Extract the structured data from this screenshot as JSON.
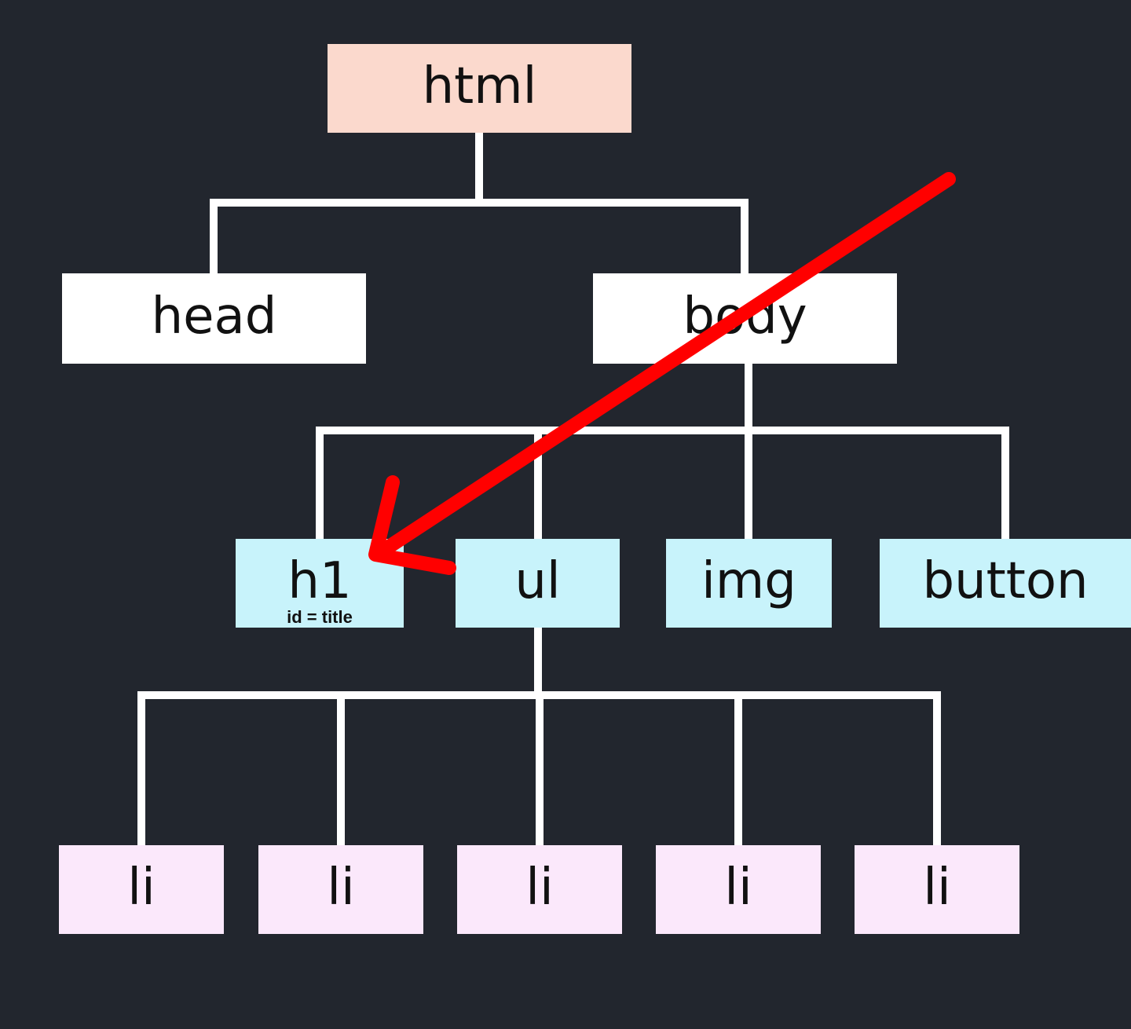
{
  "diagram": {
    "type": "dom-tree",
    "nodes": {
      "html": "html",
      "head": "head",
      "body": "body",
      "h1": "h1",
      "h1_attribute": "id = title",
      "ul": "ul",
      "img": "img",
      "button": "button",
      "li": [
        "li",
        "li",
        "li",
        "li",
        "li"
      ]
    },
    "edges": [
      [
        "html",
        "head"
      ],
      [
        "html",
        "body"
      ],
      [
        "body",
        "h1"
      ],
      [
        "body",
        "ul"
      ],
      [
        "body",
        "img"
      ],
      [
        "body",
        "button"
      ],
      [
        "ul",
        "li"
      ],
      [
        "ul",
        "li"
      ],
      [
        "ul",
        "li"
      ],
      [
        "ul",
        "li"
      ],
      [
        "ul",
        "li"
      ]
    ],
    "highlight": {
      "target": "h1",
      "arrow_color": "#ff0000"
    }
  },
  "colors": {
    "background": "#22262e",
    "connector": "#ffffff",
    "root_fill": "#fbd9cd",
    "level1_fill": "#ffffff",
    "level2_fill": "#c8f3fb",
    "level3_fill": "#fbe8fb"
  }
}
